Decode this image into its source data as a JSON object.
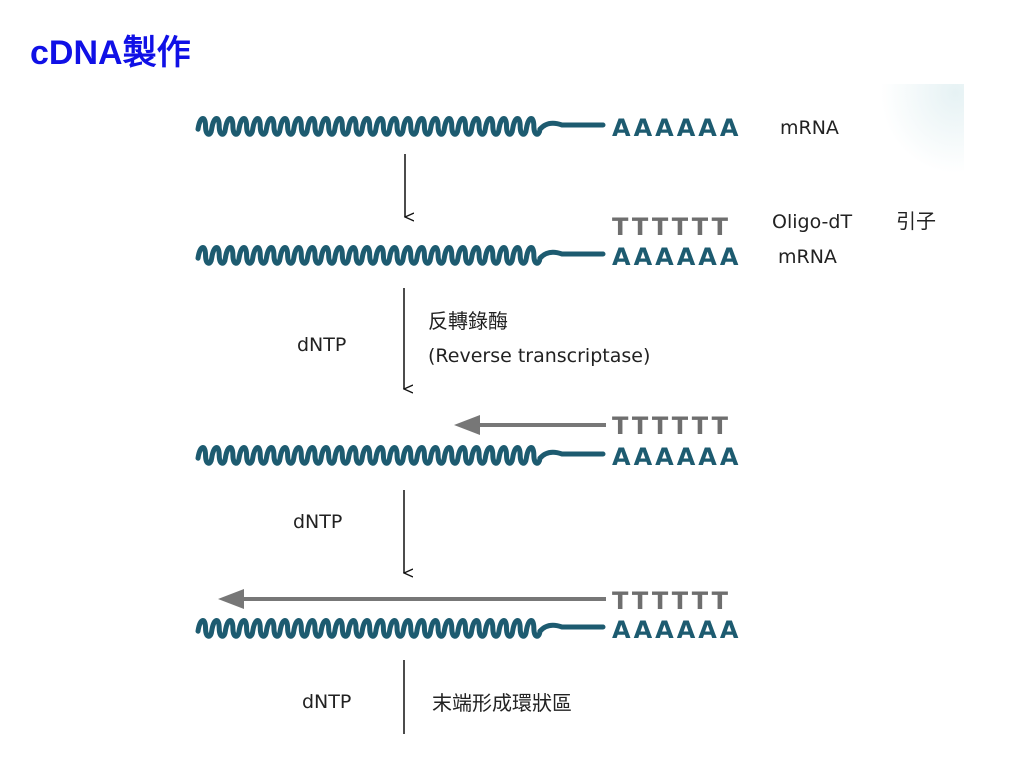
{
  "slide": {
    "title": "cDNA製作"
  },
  "colors": {
    "strand": "#1d5b70",
    "primer": "#6e6e6e",
    "arrow": "#777777",
    "title": "#1010e6"
  },
  "diagram": {
    "row1": {
      "poly": "AAAAAA",
      "label": "mRNA"
    },
    "row2": {
      "primer": "TTTTTT",
      "poly": "AAAAAA",
      "primer_label": "Oligo-dT",
      "primer_label_cn": "引子",
      "label": "mRNA"
    },
    "step2": {
      "reagent": "dNTP",
      "enzyme_cn": "反轉錄酶",
      "enzyme_en": "(Reverse transcriptase)"
    },
    "row3": {
      "primer": "TTTTTT",
      "poly": "AAAAAA"
    },
    "step3": {
      "reagent": "dNTP"
    },
    "row4": {
      "primer": "TTTTTT",
      "poly": "AAAAAA"
    },
    "step4": {
      "reagent": "dNTP",
      "note_cn": "末端形成環狀區"
    }
  }
}
